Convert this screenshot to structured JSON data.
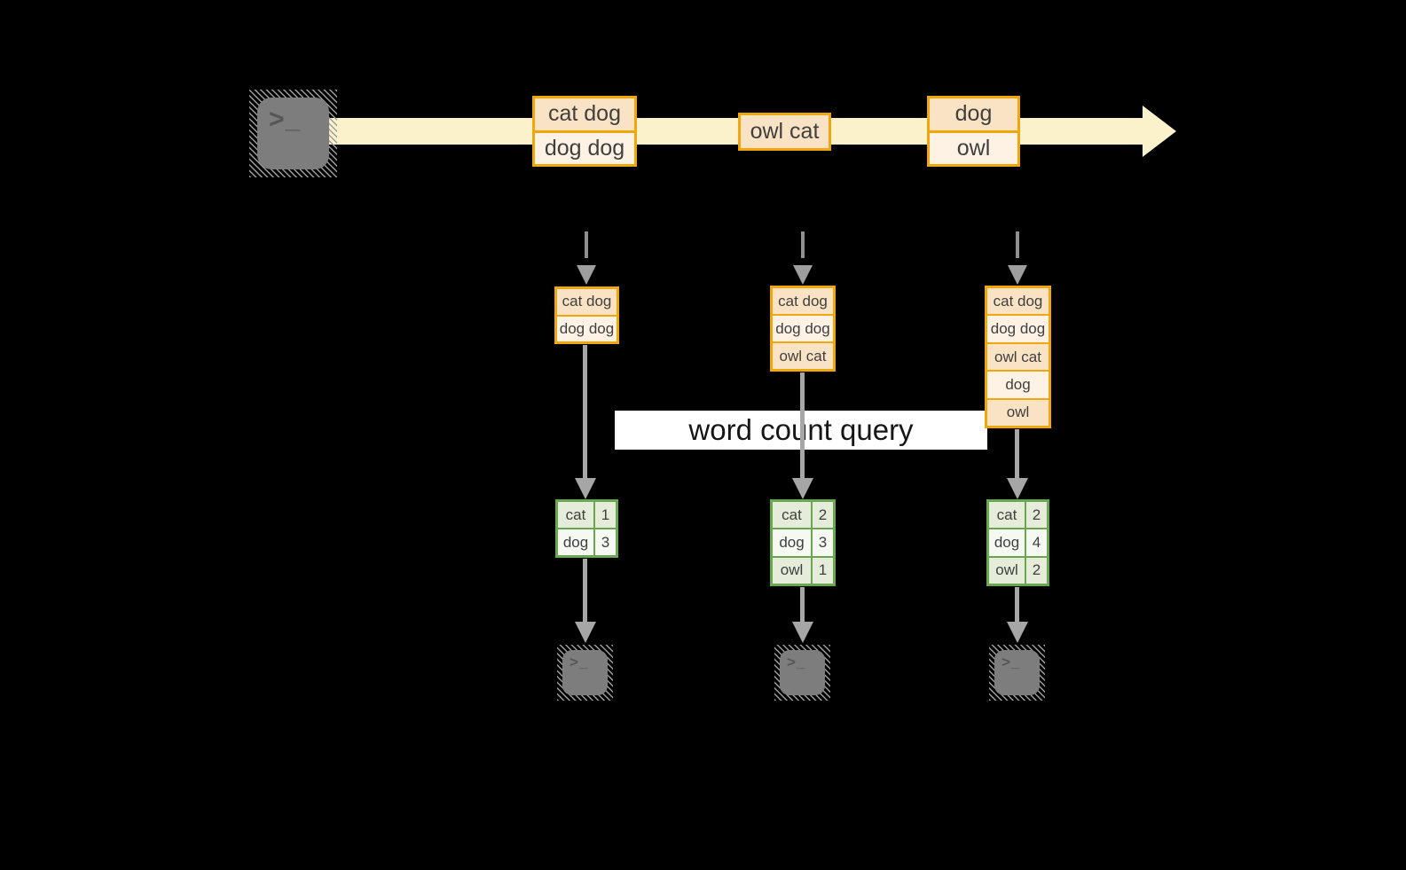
{
  "colors": {
    "background": "#000000",
    "stream_fill": "#fbf1cb",
    "record_border": "#f0a70e",
    "record_fill_dark": "#fae3c4",
    "record_fill_light": "#fdf2e4",
    "table_border_green": "#69a84f",
    "table_fill_green": "#e5edda",
    "table_fill_white": "#f6f9f2",
    "arrow_gray": "#a6a6a6",
    "terminal_gray": "#7d7d7d"
  },
  "icons": {
    "terminal_glyph": ">_"
  },
  "query_label": "word count query",
  "stream": {
    "boxes": [
      {
        "rows": [
          {
            "text": "cat dog"
          },
          {
            "text": "dog dog"
          }
        ]
      },
      {
        "rows": [
          {
            "text": "owl cat"
          }
        ]
      },
      {
        "rows": [
          {
            "text": "dog"
          },
          {
            "text": "owl"
          }
        ]
      }
    ]
  },
  "columns": [
    {
      "buffer": [
        "cat dog",
        "dog dog"
      ],
      "result": [
        {
          "word": "cat",
          "count": "1"
        },
        {
          "word": "dog",
          "count": "3"
        }
      ]
    },
    {
      "buffer": [
        "cat dog",
        "dog dog",
        "owl cat"
      ],
      "result": [
        {
          "word": "cat",
          "count": "2"
        },
        {
          "word": "dog",
          "count": "3"
        },
        {
          "word": "owl",
          "count": "1"
        }
      ]
    },
    {
      "buffer": [
        "cat dog",
        "dog dog",
        "owl cat",
        "dog",
        "owl"
      ],
      "result": [
        {
          "word": "cat",
          "count": "2"
        },
        {
          "word": "dog",
          "count": "4"
        },
        {
          "word": "owl",
          "count": "2"
        }
      ]
    }
  ]
}
